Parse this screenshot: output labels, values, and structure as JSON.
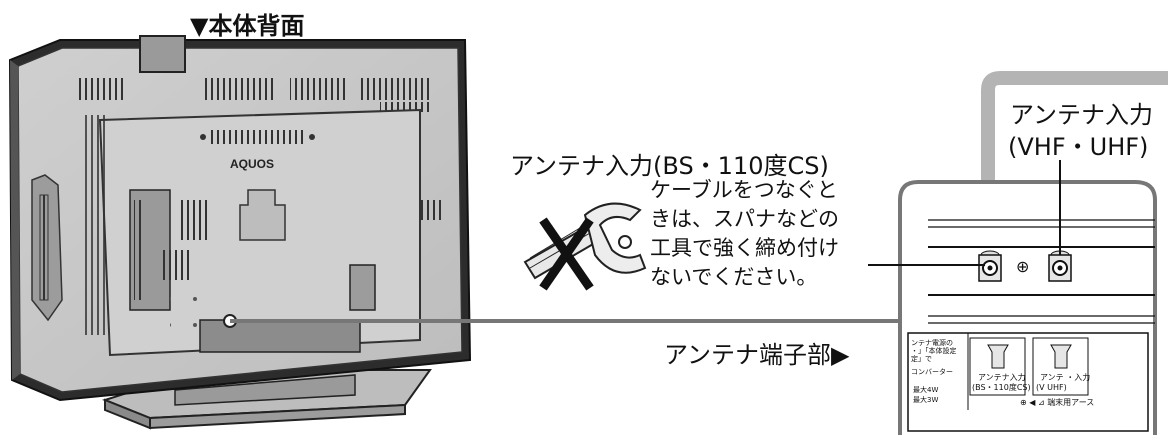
{
  "title": "▼本体背面",
  "labels": {
    "bs_input": "アンテナ入力(BS・110度CS)",
    "vhf_line1": "アンテナ入力",
    "vhf_line2": "(VHF・UHF)",
    "terminal_section": "アンテナ端子部▶"
  },
  "caution": [
    "ケーブルをつなぐと",
    "きは、スパナなどの",
    "工具で強く締め付け",
    "ないでください。"
  ],
  "tv": {
    "brand": "AQUOS"
  },
  "panel": {
    "notes": [
      "ンテナ電源の",
      "・」「本体設定",
      "定」で",
      "コンバーター",
      "最大4W",
      "最大3W"
    ],
    "bs_label": [
      "アンテナ入力",
      "(BS・110度CS)"
    ],
    "vhf_label": [
      "アンテ  ・入力",
      "(V      UHF)"
    ],
    "ground_text": "⊕ ◀ ⊿ 端末用アース"
  },
  "colors": {
    "arrow": "#b4b4b4",
    "line": "#777777",
    "outline": "#222222",
    "tv_back": "#d9d9d9"
  }
}
